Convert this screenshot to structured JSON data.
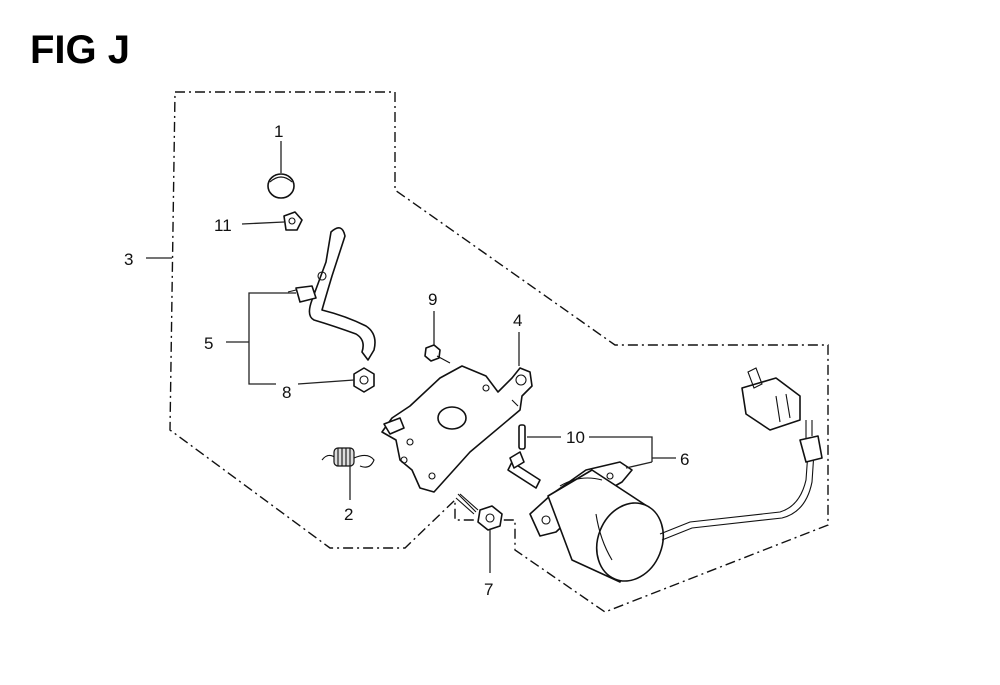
{
  "title": "FIG J",
  "callouts": {
    "c1": "1",
    "c2": "2",
    "c3": "3",
    "c4": "4",
    "c5": "5",
    "c6": "6",
    "c7": "7",
    "c8": "8",
    "c9": "9",
    "c10": "10",
    "c11": "11"
  }
}
